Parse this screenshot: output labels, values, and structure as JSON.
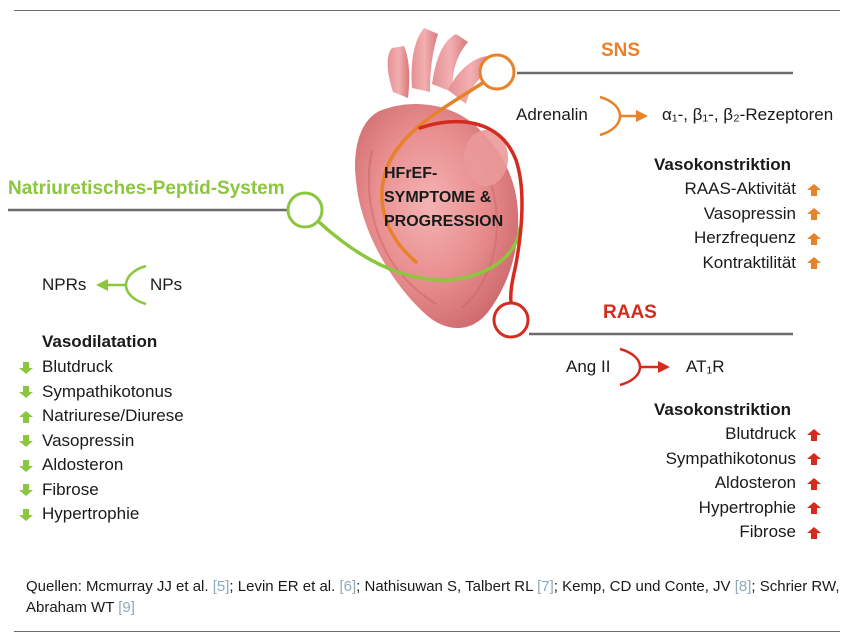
{
  "colors": {
    "sns": "#e8822a",
    "raas": "#d52b1e",
    "nps": "#8cc63f",
    "line": "#6b6b6b",
    "ref": "#8fa9bd"
  },
  "center": {
    "line1": "HFrEF-",
    "line2": "SYMPTOME &",
    "line3": "PROGRESSION"
  },
  "sns": {
    "title": "SNS",
    "from": "Adrenalin",
    "to": "α₁-, β₁-, β₂-Rezeptoren",
    "heading": "Vasokonstriktion",
    "effects": [
      {
        "label": "RAAS-Aktivität",
        "direction": "up"
      },
      {
        "label": "Vasopressin",
        "direction": "up"
      },
      {
        "label": "Herzfrequenz",
        "direction": "up"
      },
      {
        "label": "Kontraktilität",
        "direction": "up"
      }
    ]
  },
  "nps": {
    "title": "Natriuretisches-Peptid-System",
    "from": "NPs",
    "to": "NPRs",
    "heading": "Vasodilatation",
    "effects": [
      {
        "label": "Blutdruck",
        "direction": "down"
      },
      {
        "label": "Sympathikotonus",
        "direction": "down"
      },
      {
        "label": "Natriurese/Diurese",
        "direction": "up"
      },
      {
        "label": "Vasopressin",
        "direction": "down"
      },
      {
        "label": "Aldosteron",
        "direction": "down"
      },
      {
        "label": "Fibrose",
        "direction": "down"
      },
      {
        "label": "Hypertrophie",
        "direction": "down"
      }
    ]
  },
  "raas": {
    "title": "RAAS",
    "from": "Ang II",
    "to": "AT₁R",
    "heading": "Vasokonstriktion",
    "effects": [
      {
        "label": "Blutdruck",
        "direction": "up"
      },
      {
        "label": "Sympathikotonus",
        "direction": "up"
      },
      {
        "label": "Aldosteron",
        "direction": "up"
      },
      {
        "label": "Hypertrophie",
        "direction": "up"
      },
      {
        "label": "Fibrose",
        "direction": "up"
      }
    ]
  },
  "sources": {
    "prefix": "Quellen: Mcmurray JJ et al. ",
    "ref1": "[5]",
    "t2": "; Levin ER et al. ",
    "ref2": "[6]",
    "t3": "; Nathisuwan S, Talbert RL ",
    "ref3": "[7]",
    "t4": "; Kemp, CD und Conte, JV ",
    "ref4": "[8]",
    "t5": "; Schrier RW, Abraham WT ",
    "ref5": "[9]"
  }
}
